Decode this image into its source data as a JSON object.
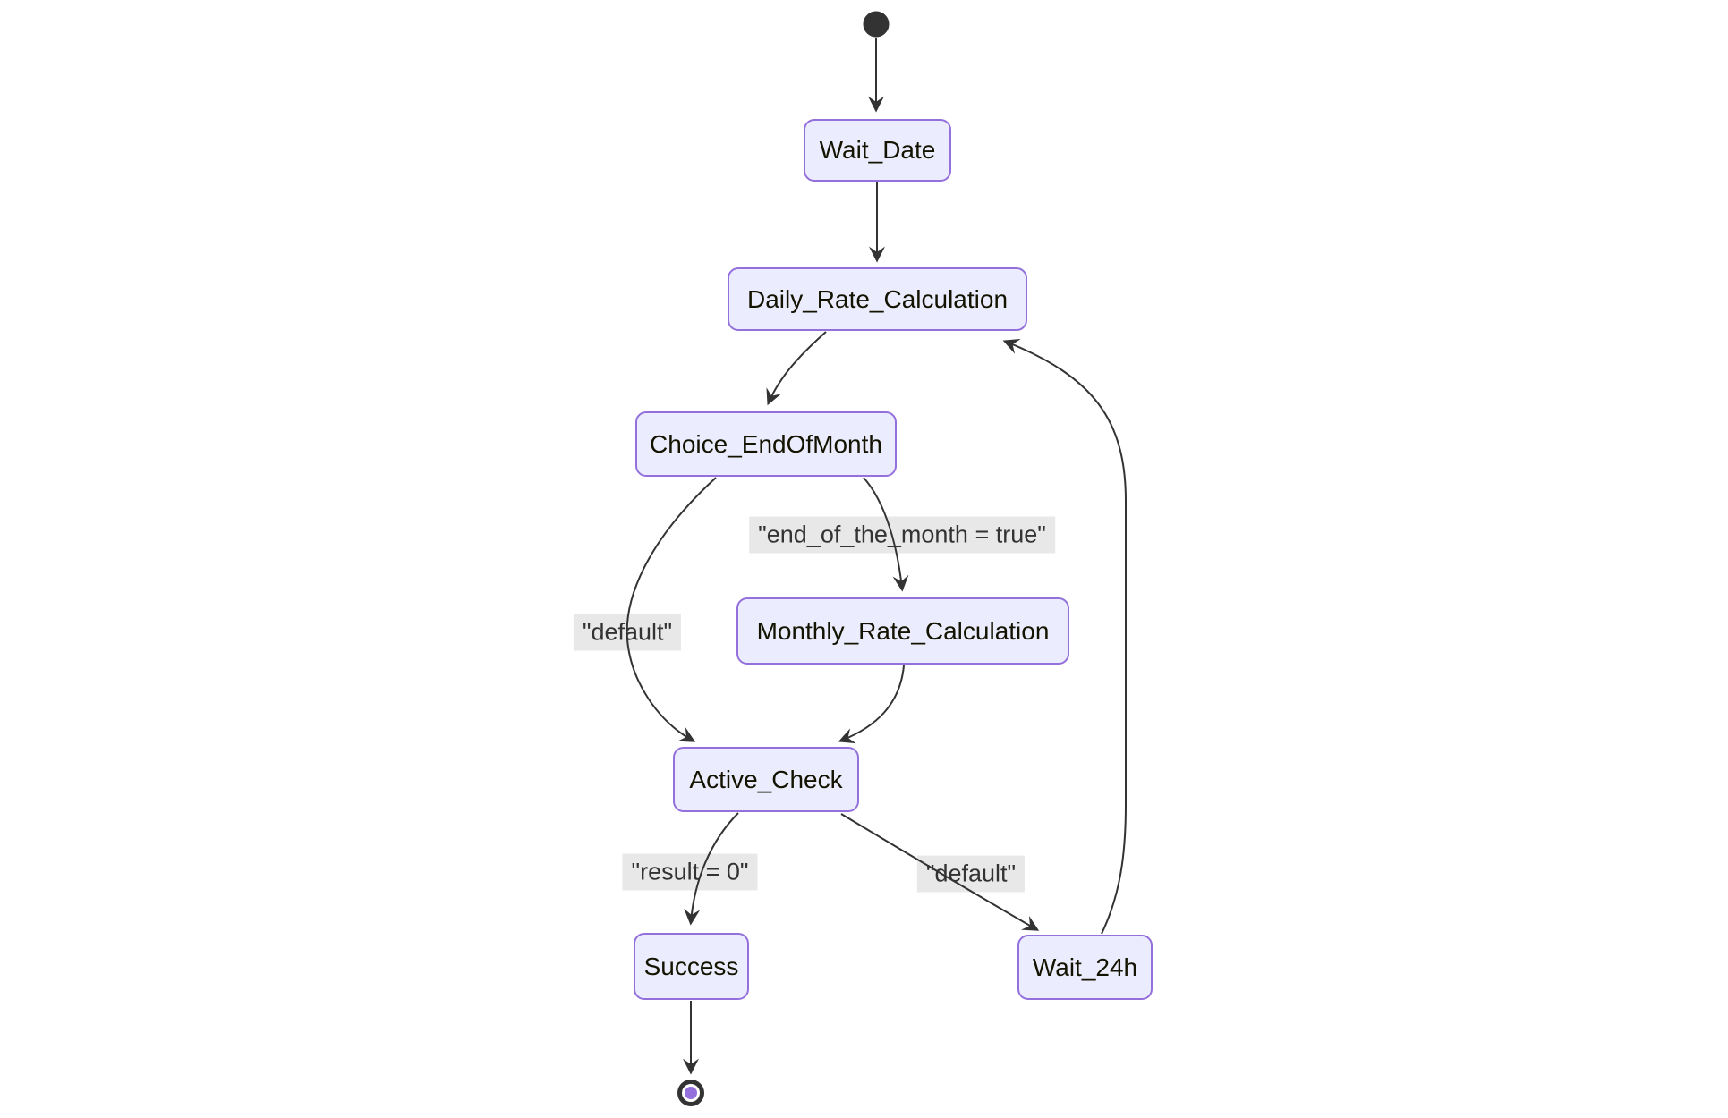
{
  "diagram": {
    "type": "state-diagram",
    "background": "#ffffff",
    "colors": {
      "node_fill": "#ECECFF",
      "node_border": "#9370DB",
      "node_text": "#131300",
      "edge_stroke": "#333333",
      "edge_label_bg": "#e8e8e8",
      "edge_label_text": "#333333",
      "initial_dot": "#333333",
      "final_outer_ring": "#333333",
      "final_inner_dot": "#9370DB"
    },
    "nodes": {
      "wait_date": {
        "label": "Wait_Date"
      },
      "daily_rate_calculation": {
        "label": "Daily_Rate_Calculation"
      },
      "choice_end_of_month": {
        "label": "Choice_EndOfMonth"
      },
      "monthly_rate_calculation": {
        "label": "Monthly_Rate_Calculation"
      },
      "active_check": {
        "label": "Active_Check"
      },
      "success": {
        "label": "Success"
      },
      "wait_24h": {
        "label": "Wait_24h"
      }
    },
    "edge_labels": {
      "end_of_month": "\"end_of_the_month = true\"",
      "choice_default": "\"default\"",
      "result_zero": "\"result = 0\"",
      "active_default": "\"default\""
    },
    "edges": [
      {
        "from": "initial",
        "to": "wait_date"
      },
      {
        "from": "wait_date",
        "to": "daily_rate_calculation"
      },
      {
        "from": "daily_rate_calculation",
        "to": "choice_end_of_month"
      },
      {
        "from": "choice_end_of_month",
        "to": "monthly_rate_calculation",
        "label": "\"end_of_the_month = true\""
      },
      {
        "from": "choice_end_of_month",
        "to": "active_check",
        "label": "\"default\""
      },
      {
        "from": "monthly_rate_calculation",
        "to": "active_check"
      },
      {
        "from": "active_check",
        "to": "success",
        "label": "\"result = 0\""
      },
      {
        "from": "active_check",
        "to": "wait_24h",
        "label": "\"default\""
      },
      {
        "from": "wait_24h",
        "to": "daily_rate_calculation"
      },
      {
        "from": "success",
        "to": "final"
      }
    ]
  }
}
